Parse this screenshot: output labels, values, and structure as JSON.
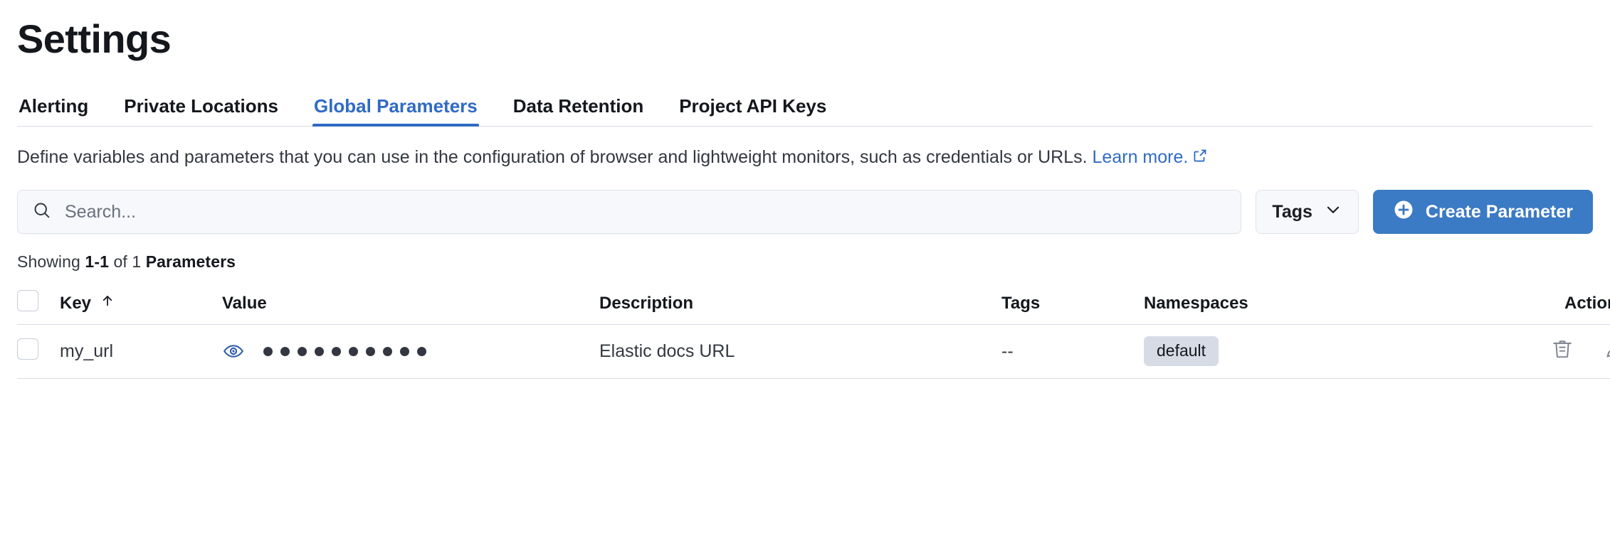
{
  "page_title": "Settings",
  "accent_color": "#2f6bc4",
  "tabs": [
    {
      "label": "Alerting",
      "active": false
    },
    {
      "label": "Private Locations",
      "active": false
    },
    {
      "label": "Global Parameters",
      "active": true
    },
    {
      "label": "Data Retention",
      "active": false
    },
    {
      "label": "Project API Keys",
      "active": false
    }
  ],
  "description": {
    "text": "Define variables and parameters that you can use in the configuration of browser and lightweight monitors, such as credentials or URLs. ",
    "link_label": "Learn more.",
    "link_icon": "external-link-icon"
  },
  "controls": {
    "search_placeholder": "Search...",
    "search_value": "",
    "search_icon": "search-icon",
    "tags_label": "Tags",
    "tags_icon": "chevron-down-icon",
    "create_label": "Create Parameter",
    "create_icon": "plus-circle-icon"
  },
  "showing": {
    "prefix": "Showing ",
    "range": "1-1",
    "middle": " of 1 ",
    "suffix": "Parameters"
  },
  "table": {
    "columns": [
      {
        "key": "select",
        "label": ""
      },
      {
        "key": "key",
        "label": "Key",
        "sort": "asc",
        "sort_icon": "arrow-up-icon"
      },
      {
        "key": "value",
        "label": "Value"
      },
      {
        "key": "description",
        "label": "Description"
      },
      {
        "key": "tags",
        "label": "Tags"
      },
      {
        "key": "namespaces",
        "label": "Namespaces"
      },
      {
        "key": "actions",
        "label": "Actions"
      }
    ],
    "rows": [
      {
        "key": "my_url",
        "value_masked_dots": 10,
        "value_toggle_icon": "eye-icon",
        "description": "Elastic docs URL",
        "tags": "--",
        "namespace_badge": "default",
        "actions": [
          {
            "name": "delete-row-button",
            "icon": "trash-icon"
          },
          {
            "name": "edit-row-button",
            "icon": "pencil-icon"
          }
        ]
      }
    ]
  }
}
